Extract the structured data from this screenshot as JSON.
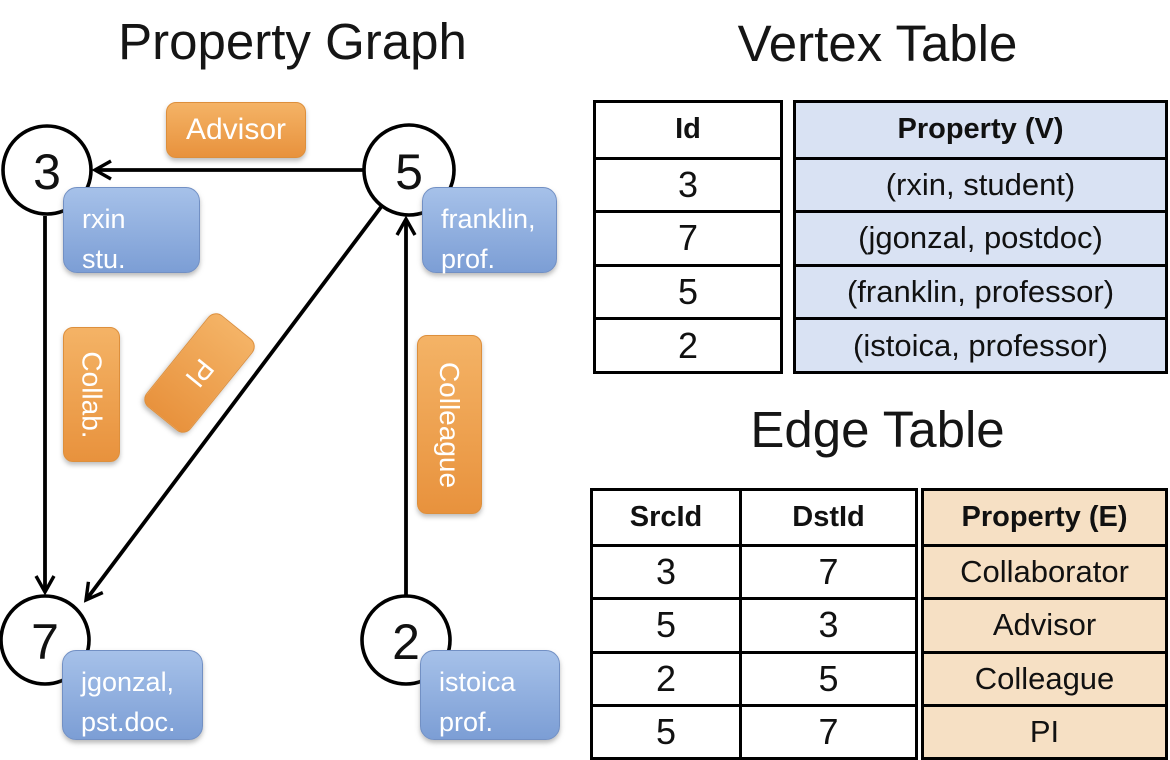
{
  "graph": {
    "title": "Property Graph",
    "nodes": [
      {
        "id": "3",
        "line1": "rxin",
        "line2": "stu."
      },
      {
        "id": "5",
        "line1": "franklin,",
        "line2": "prof."
      },
      {
        "id": "7",
        "line1": "jgonzal,",
        "line2": "pst.doc."
      },
      {
        "id": "2",
        "line1": "istoica",
        "line2": "prof."
      }
    ],
    "edge_labels": {
      "advisor": "Advisor",
      "collab": "Collab.",
      "pi": "PI",
      "colleague": "Colleague"
    }
  },
  "vertex_table": {
    "title": "Vertex Table",
    "col_id": "Id",
    "col_property": "Property (V)",
    "rows": [
      {
        "id": "3",
        "property": "(rxin, student)"
      },
      {
        "id": "7",
        "property": "(jgonzal, postdoc)"
      },
      {
        "id": "5",
        "property": "(franklin, professor)"
      },
      {
        "id": "2",
        "property": "(istoica, professor)"
      }
    ]
  },
  "edge_table": {
    "title": "Edge Table",
    "col_src": "SrcId",
    "col_dst": "DstId",
    "col_property": "Property (E)",
    "rows": [
      {
        "src": "3",
        "dst": "7",
        "property": "Collaborator"
      },
      {
        "src": "5",
        "dst": "3",
        "property": "Advisor"
      },
      {
        "src": "2",
        "dst": "5",
        "property": "Colleague"
      },
      {
        "src": "5",
        "dst": "7",
        "property": "PI"
      }
    ]
  },
  "colors": {
    "orange_top": "#F4B366",
    "orange_bottom": "#E8923D",
    "orange_border": "#DD8F3C",
    "blue_top": "#A6C1E9",
    "blue_bottom": "#7C9ED5",
    "blue_border": "#7290C4",
    "vertex_fill": "#D9E2F3",
    "edge_fill": "#F6E0C4"
  }
}
